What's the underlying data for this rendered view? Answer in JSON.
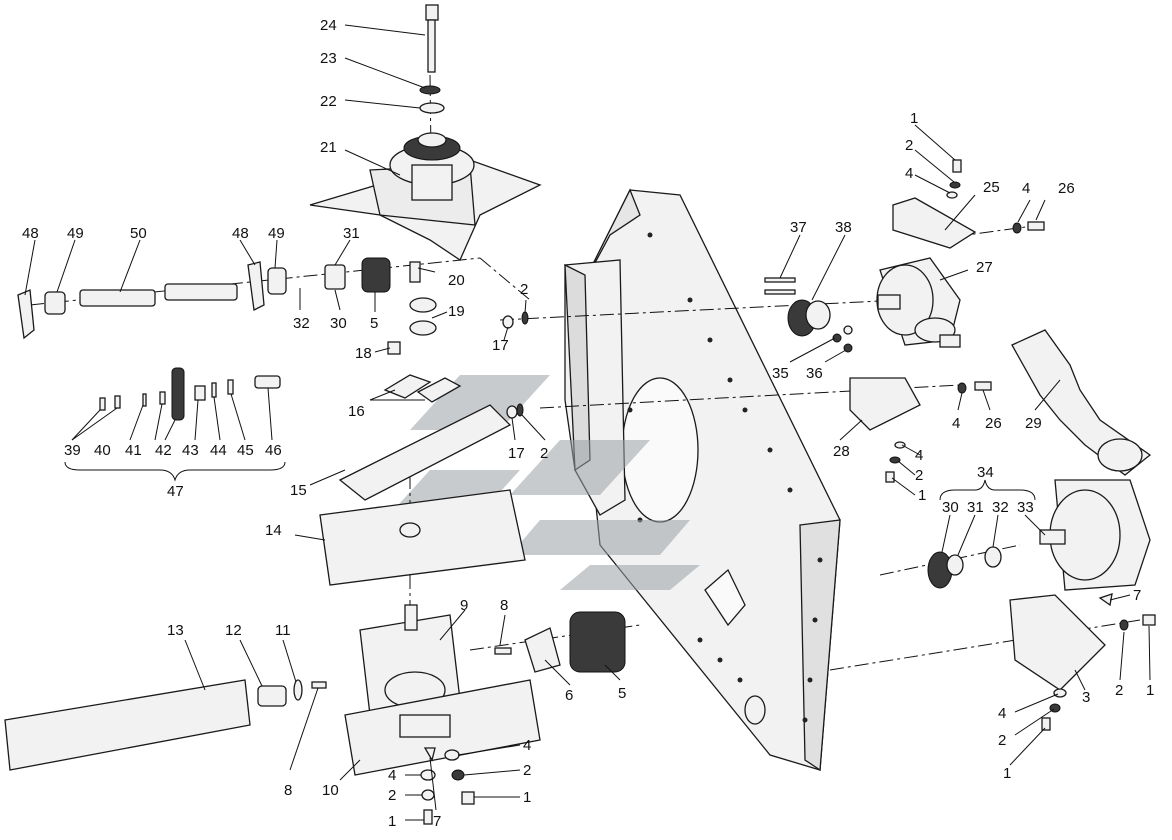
{
  "diagram": {
    "labels": {
      "l1a": "1",
      "l1b": "1",
      "l1c": "1",
      "l1d": "1",
      "l1e": "1",
      "l1f": "1",
      "l2a": "2",
      "l2b": "2",
      "l2c": "2",
      "l2d": "2",
      "l2e": "2",
      "l2f": "2",
      "l2g": "2",
      "l2h": "2",
      "l3": "3",
      "l4a": "4",
      "l4b": "4",
      "l4c": "4",
      "l4d": "4",
      "l4e": "4",
      "l4f": "4",
      "l4g": "4",
      "l5a": "5",
      "l5b": "5",
      "l6": "6",
      "l7a": "7",
      "l7b": "7",
      "l8a": "8",
      "l8b": "8",
      "l9": "9",
      "l10": "10",
      "l11": "11",
      "l12": "12",
      "l13": "13",
      "l14": "14",
      "l15": "15",
      "l16": "16",
      "l17a": "17",
      "l17b": "17",
      "l18": "18",
      "l19": "19",
      "l20": "20",
      "l21": "21",
      "l22": "22",
      "l23": "23",
      "l24": "24",
      "l25": "25",
      "l26a": "26",
      "l26b": "26",
      "l27": "27",
      "l28": "28",
      "l29": "29",
      "l30a": "30",
      "l30b": "30",
      "l31a": "31",
      "l31b": "31",
      "l32a": "32",
      "l32b": "32",
      "l33": "33",
      "l34": "34",
      "l35": "35",
      "l36": "36",
      "l37": "37",
      "l38": "38",
      "l39": "39",
      "l40": "40",
      "l41": "41",
      "l42": "42",
      "l43": "43",
      "l44": "44",
      "l45": "45",
      "l46": "46",
      "l47": "47",
      "l48a": "48",
      "l48b": "48",
      "l49a": "49",
      "l49b": "49",
      "l50": "50"
    },
    "icons": {
      "watermark": "stylized-chevron-logo-watermark"
    }
  }
}
